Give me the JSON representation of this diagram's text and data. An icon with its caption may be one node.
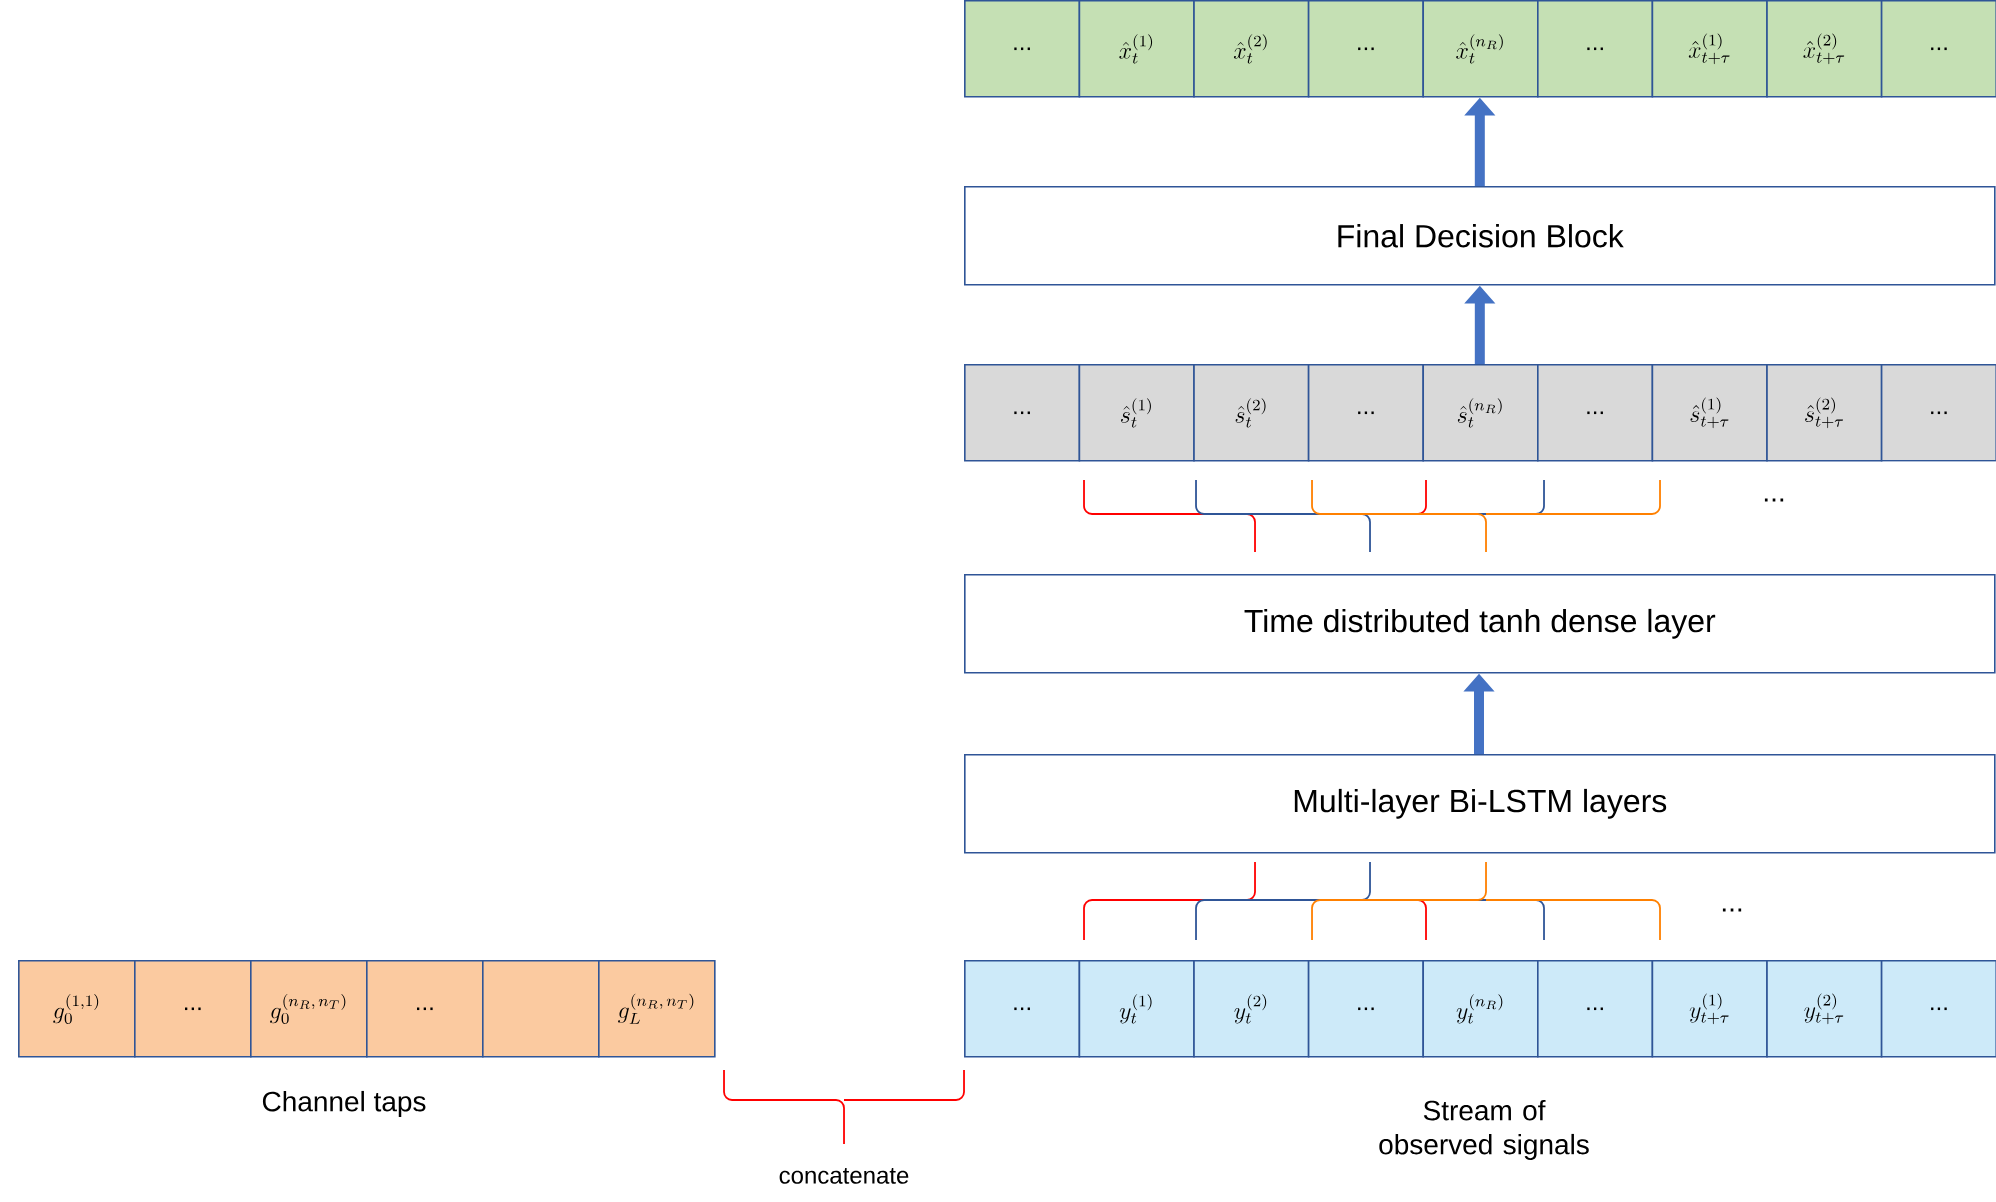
{
  "diagram": {
    "nodes": [
      {
        "text": [
          "..."
        ]
      },
      {
        "text": [
          "\\hat{x}_t^{(1)}"
        ]
      },
      {
        "text": [
          "\\hat{x}_t^{(2)}"
        ]
      },
      {
        "text": [
          "..."
        ]
      },
      {
        "text": [
          "\\hat{x}_t^{(n_R)}"
        ]
      },
      {
        "text": [
          "..."
        ]
      },
      {
        "text": [
          "\\hat{x}_{t+\\tau}^{(1)}"
        ]
      },
      {
        "text": [
          "\\hat{x}_{t+\\tau}^{(2)}"
        ]
      },
      {
        "text": [
          "..."
        ]
      },
      {
        "text": [
          "Final Decision Block"
        ]
      },
      {
        "text": [
          "..."
        ]
      },
      {
        "text": [
          "\\hat{s}_t^{(1)}"
        ]
      },
      {
        "text": [
          "\\hat{s}_t^{(2)}"
        ]
      },
      {
        "text": [
          "..."
        ]
      },
      {
        "text": [
          "\\hat{s}_t^{(n_R)}"
        ]
      },
      {
        "text": [
          "..."
        ]
      },
      {
        "text": [
          "\\hat{s}_{t+\\tau}^{(1)}"
        ]
      },
      {
        "text": [
          "\\hat{s}_{t+\\tau}^{(2)}"
        ]
      },
      {
        "text": [
          "..."
        ]
      },
      {
        "text": [
          "Time distributed tanh dense layer"
        ]
      },
      {
        "text": [
          "Multi-layer Bi-LSTM layers"
        ]
      },
      {
        "text": [
          "..."
        ]
      },
      {
        "text": [
          "y_t^{(1)}"
        ]
      },
      {
        "text": [
          "y_t^{(2)}"
        ]
      },
      {
        "text": [
          "..."
        ]
      },
      {
        "text": [
          "y_t^{(n_R)}"
        ]
      },
      {
        "text": [
          "..."
        ]
      },
      {
        "text": [
          "y_{t+\\tau}^{(1)}"
        ]
      },
      {
        "text": [
          "y_{t+\\tau}^{(2)}"
        ]
      },
      {
        "text": [
          "..."
        ]
      },
      {
        "text": [
          "g_0^{(1,1)}"
        ]
      },
      {
        "text": [
          "..."
        ]
      },
      {
        "text": [
          "g_0^{(n_R,\\,n_T)}"
        ]
      },
      {
        "text": [
          "..."
        ]
      },
      {
        "text": [],
        "shape": "box"
      },
      {
        "text": [
          "g_L^{(n_R,\\,n_T)}"
        ]
      }
    ],
    "edges": [
      {
        "from": 9,
        "to": 4,
        "arrow": "to"
      },
      {
        "from": 14,
        "to": 9,
        "arrow": "to"
      },
      {
        "from": 20,
        "to": 19,
        "arrow": "to"
      }
    ],
    "labels": [
      "...",
      "...",
      "Channel taps",
      "concatenate",
      "Stream of observed signals"
    ]
  }
}
